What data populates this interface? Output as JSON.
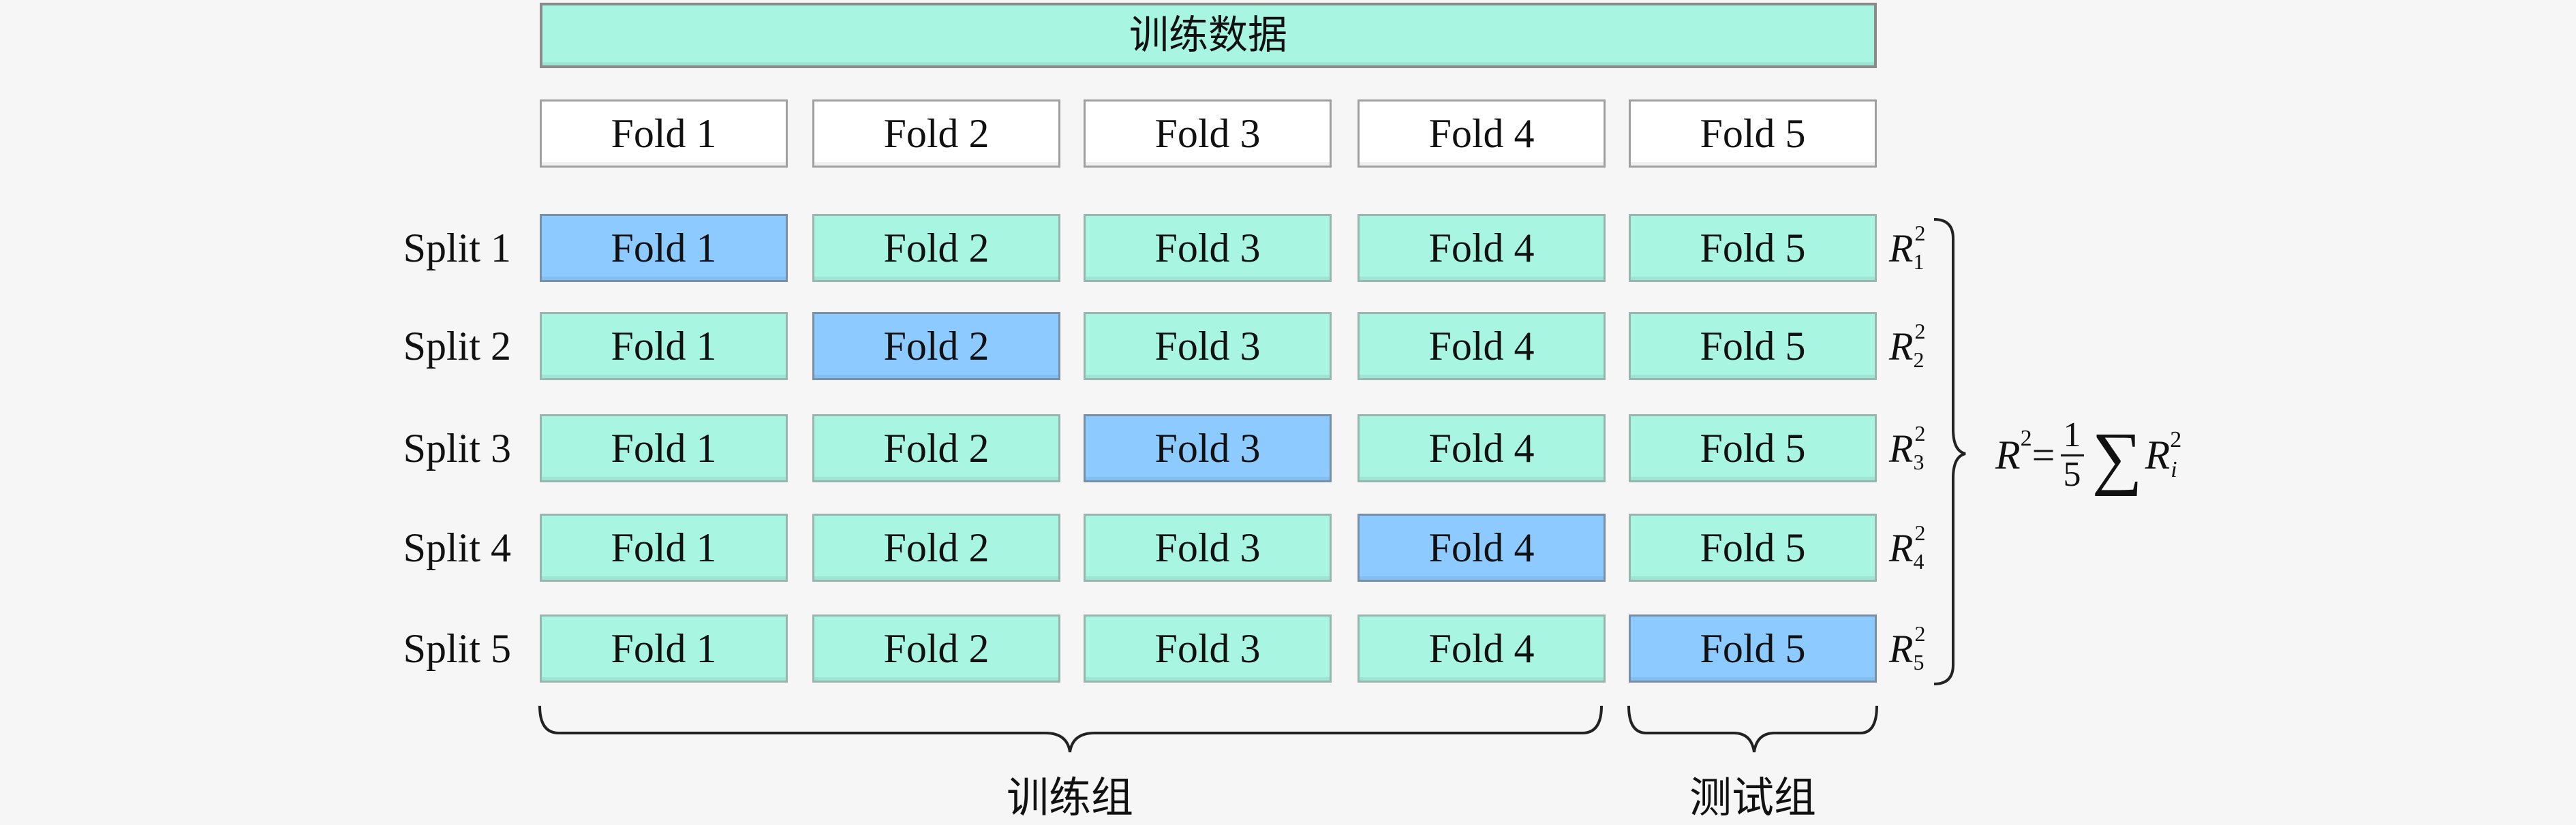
{
  "header": {
    "title": "训练数据"
  },
  "folds": [
    "Fold 1",
    "Fold 2",
    "Fold 3",
    "Fold 4",
    "Fold 5"
  ],
  "splits": [
    {
      "label": "Split 1",
      "test_fold": 1,
      "r_symbol": "R",
      "r_sub": "1",
      "r_sup": "2"
    },
    {
      "label": "Split 2",
      "test_fold": 2,
      "r_symbol": "R",
      "r_sub": "2",
      "r_sup": "2"
    },
    {
      "label": "Split 3",
      "test_fold": 3,
      "r_symbol": "R",
      "r_sub": "3",
      "r_sup": "2"
    },
    {
      "label": "Split 4",
      "test_fold": 4,
      "r_symbol": "R",
      "r_sub": "4",
      "r_sup": "2"
    },
    {
      "label": "Split 5",
      "test_fold": 5,
      "r_symbol": "R",
      "r_sub": "5",
      "r_sup": "2"
    }
  ],
  "groups": {
    "train": "训练组",
    "test": "测试组"
  },
  "formula": {
    "lhs": "R",
    "lhs_sup": "2",
    "equals": "=",
    "numerator": "1",
    "denominator": "5",
    "sum": "∑",
    "term": "R",
    "term_sub": "i",
    "term_sup": "2"
  },
  "colors": {
    "train_fold": "#a8f5e1",
    "test_fold": "#8ccaff",
    "header_fold": "#ffffff",
    "header_bar": "#a8f5e1"
  }
}
